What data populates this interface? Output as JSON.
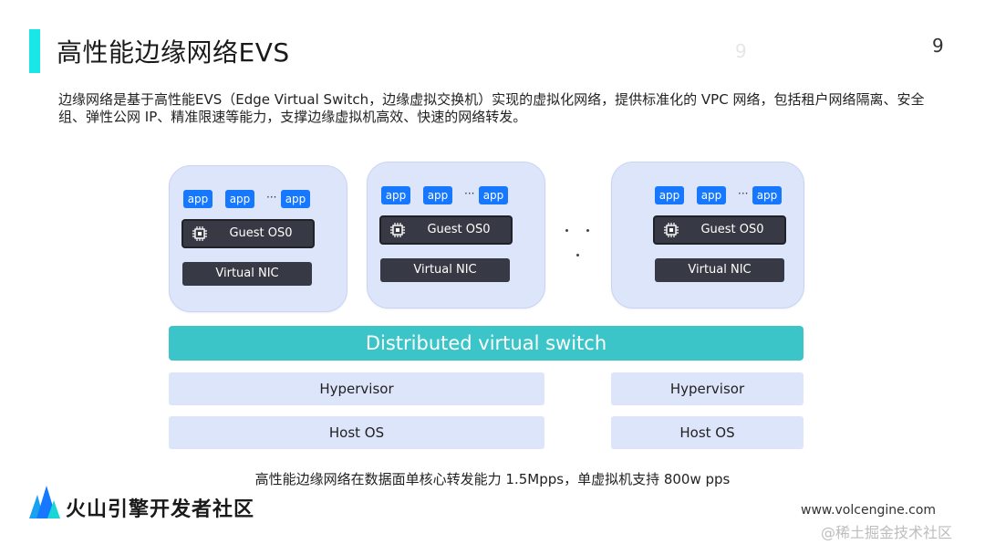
{
  "slide": {
    "title": "高性能边缘网络EVS",
    "ghost_number": "9",
    "page_number": "9",
    "intro": "边缘网络是基于高性能EVS（Edge Virtual Switch，边缘虚拟交换机）实现的虚拟化网络，提供标准化的 VPC 网络，包括租户网络隔离、安全组、弹性公网 IP、精准限速等能力，支撑边缘虚拟机高效、快速的网络转发。",
    "caption": "高性能边缘网络在数据面单核心转发能力 1.5Mpps，单虚拟机支持 800w pps"
  },
  "diagram": {
    "vms": [
      {
        "apps": [
          "app",
          "app",
          "app"
        ],
        "ellipsis": "···",
        "guest_os": "Guest OS0",
        "nic": "Virtual NIC"
      },
      {
        "apps": [
          "app",
          "app",
          "app"
        ],
        "ellipsis": "···",
        "guest_os": "Guest OS0",
        "nic": "Virtual NIC"
      },
      {
        "apps": [
          "app",
          "app",
          "app"
        ],
        "ellipsis": "···",
        "guest_os": "Guest OS0",
        "nic": "Virtual NIC"
      }
    ],
    "switch_label": "Distributed virtual switch",
    "hosts": [
      {
        "hypervisor": "Hypervisor",
        "os": "Host  OS"
      },
      {
        "hypervisor": "Hypervisor",
        "os": "Host  OS"
      }
    ]
  },
  "footer": {
    "brand": "火山引擎开发者社区",
    "website": "www.volcengine.com",
    "watermark": "@稀土掘金技术社区"
  },
  "colors": {
    "accent": "#19e6e6",
    "switch": "#3cc5c8",
    "app_badge": "#1677ff",
    "panel": "#dde5fb",
    "dark_box": "#373a44"
  }
}
